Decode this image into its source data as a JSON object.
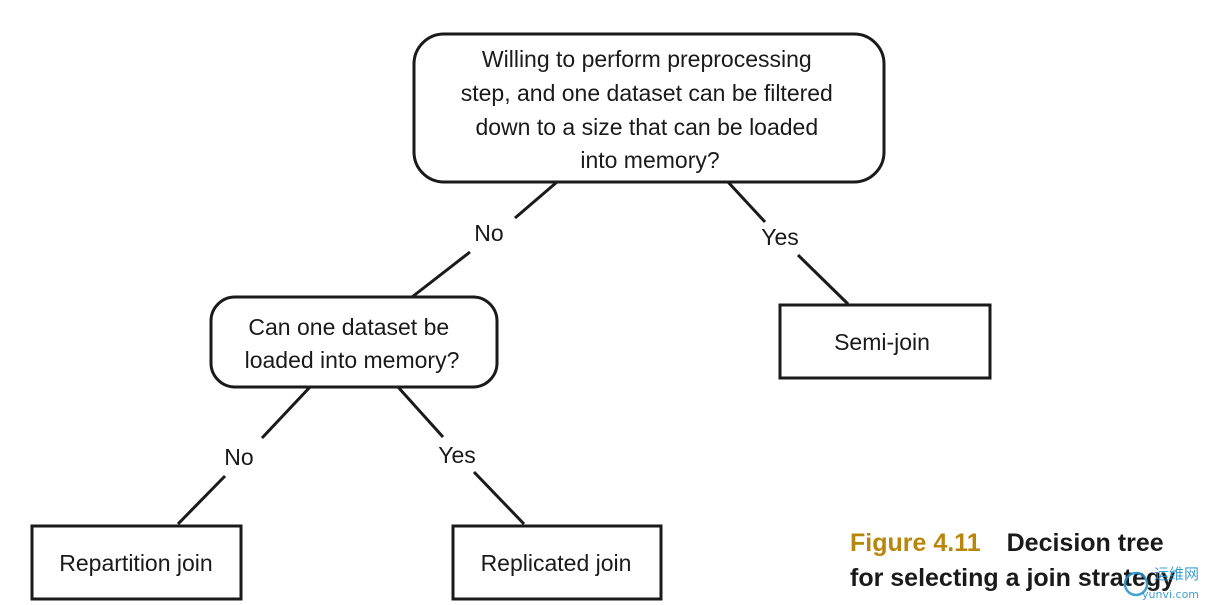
{
  "diagram": {
    "root": {
      "lines": [
        "Willing to perform preprocessing",
        "step, and one dataset can be filtered",
        "down to a size that can be loaded",
        "into memory?"
      ]
    },
    "second_question": {
      "lines": [
        "Can one dataset be",
        "loaded into memory?"
      ]
    },
    "leaves": {
      "semi_join": "Semi-join",
      "repartition_join": "Repartition join",
      "replicated_join": "Replicated join"
    },
    "edge_labels": {
      "root_no": "No",
      "root_yes": "Yes",
      "second_no": "No",
      "second_yes": "Yes"
    },
    "colors": {
      "stroke": "#1a1a1a",
      "caption_label": "#b8860b",
      "watermark": "#1e90c8"
    }
  },
  "caption": {
    "label": "Figure 4.11",
    "text_line1": "Decision tree",
    "text_line2": "for selecting a join strategy"
  },
  "watermark": {
    "text_top": "运维网",
    "text_bottom": "yunvi.com"
  }
}
